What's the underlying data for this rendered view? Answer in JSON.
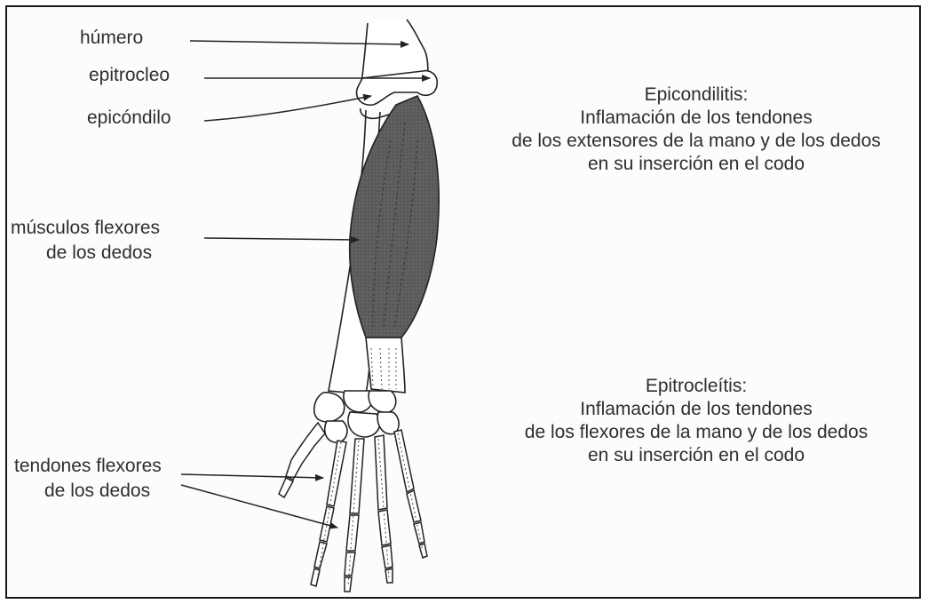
{
  "labels": {
    "humero": "húmero",
    "epitrocleo": "epitrocleo",
    "epicondilo": "epicóndilo",
    "musculos_line1": "músculos flexores",
    "musculos_line2": "de los dedos",
    "tendones_line1": "tendones flexores",
    "tendones_line2": "de los dedos"
  },
  "epicondilitis": {
    "title": "Epicondilitis:",
    "line1": "Inflamación de los tendones",
    "line2": "de los extensores de la mano y de los dedos",
    "line3": "en su inserción en el codo"
  },
  "epitrocleitis": {
    "title": "Epitrocleítis:",
    "line1": "Inflamación de los tendones",
    "line2": "de los flexores de la mano y de los dedos",
    "line3": "en su inserción en el codo"
  },
  "colors": {
    "muscle": "#5a5a5a",
    "outline": "#222222",
    "text": "#2e2e2e",
    "frame": "#1a1a1a"
  }
}
